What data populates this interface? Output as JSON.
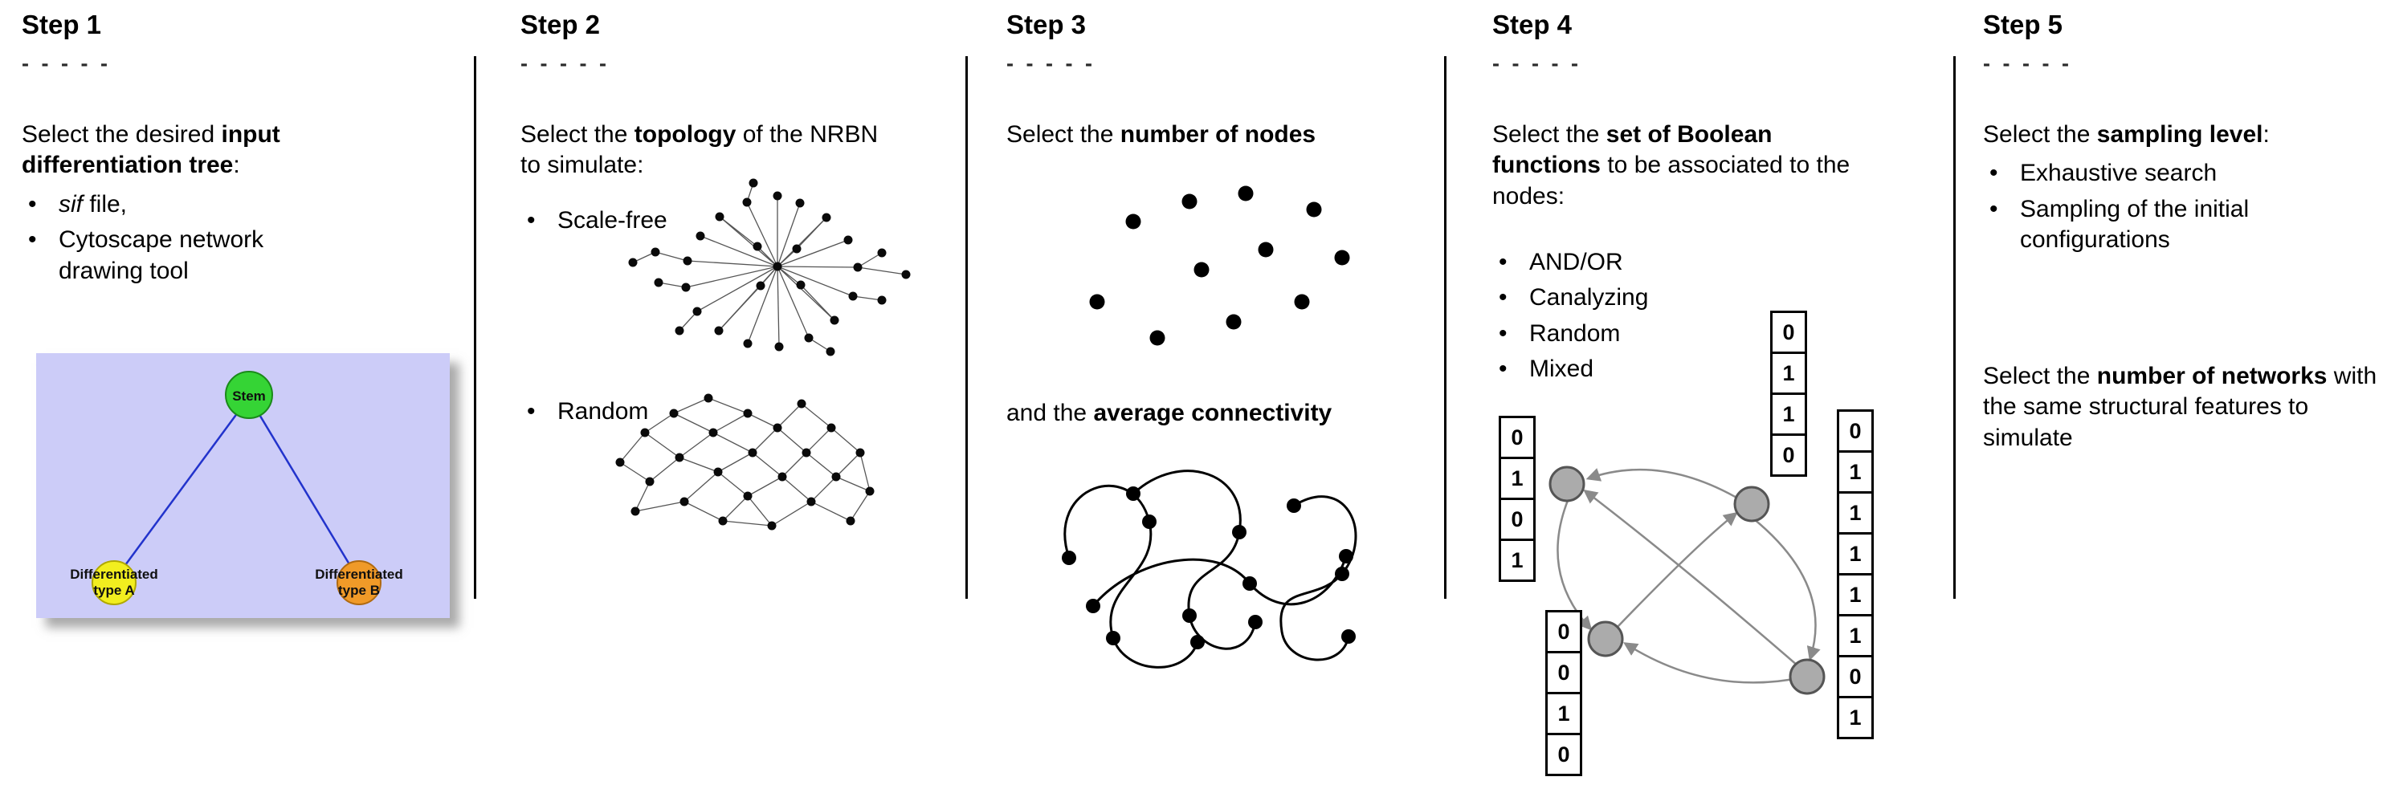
{
  "figure": {
    "bullet_glyph": "•",
    "step1": {
      "title": "Step 1",
      "dashes": "- - - - -",
      "intro_pre": "Select the desired ",
      "intro_bold": "input differentiation tree",
      "intro_post": ":",
      "bullet1_italic": "sif",
      "bullet1_rest": " file,",
      "bullet2": "Cytoscape network drawing tool",
      "tree": {
        "root": "Stem",
        "left_line1": "Differentiated",
        "left_line2": "type A",
        "right_line1": "Differentiated",
        "right_line2": "type B"
      }
    },
    "step2": {
      "title": "Step 2",
      "dashes": "- - - - -",
      "intro_pre": "Select the ",
      "intro_bold": "topology",
      "intro_post": " of the NRBN to simulate:",
      "bullet1": "Scale-free",
      "bullet2": "Random"
    },
    "step3": {
      "title": "Step 3",
      "dashes": "- - - - -",
      "intro_pre": "Select the ",
      "intro_bold": "number of nodes",
      "second_pre": "and the ",
      "second_bold": "average connectivity"
    },
    "step4": {
      "title": "Step 4",
      "dashes": "- - - - -",
      "intro_pre": "Select the ",
      "intro_bold": "set of Boolean functions",
      "intro_post": " to be associated to the nodes:",
      "bullets": [
        "AND/OR",
        "Canalyzing",
        "Random",
        "Mixed"
      ],
      "tables": {
        "left": [
          "0",
          "1",
          "0",
          "1"
        ],
        "top": [
          "0",
          "1",
          "1",
          "0"
        ],
        "bottom_left": [
          "0",
          "0",
          "1",
          "0"
        ],
        "right": [
          "0",
          "1",
          "1",
          "1",
          "1",
          "1",
          "0",
          "1"
        ]
      }
    },
    "step5": {
      "title": "Step 5",
      "dashes": "- - - - -",
      "intro_pre": "Select the ",
      "intro_bold": "sampling level",
      "intro_post": ":",
      "bullet1": "Exhaustive search",
      "bullet2": "Sampling of the initial configurations",
      "second_pre": "Select the ",
      "second_bold": "number of networks",
      "second_post": " with the same structural features to simulate"
    },
    "colors": {
      "stem_green": "#35d435",
      "type_a_yellow": "#f2ee1f",
      "type_b_orange": "#f09a28",
      "tree_bg": "#ccccf8",
      "tree_edge_blue": "#2233cc",
      "boolean_node_gray": "#ababab",
      "arrow_gray": "#8a8a8a"
    }
  }
}
